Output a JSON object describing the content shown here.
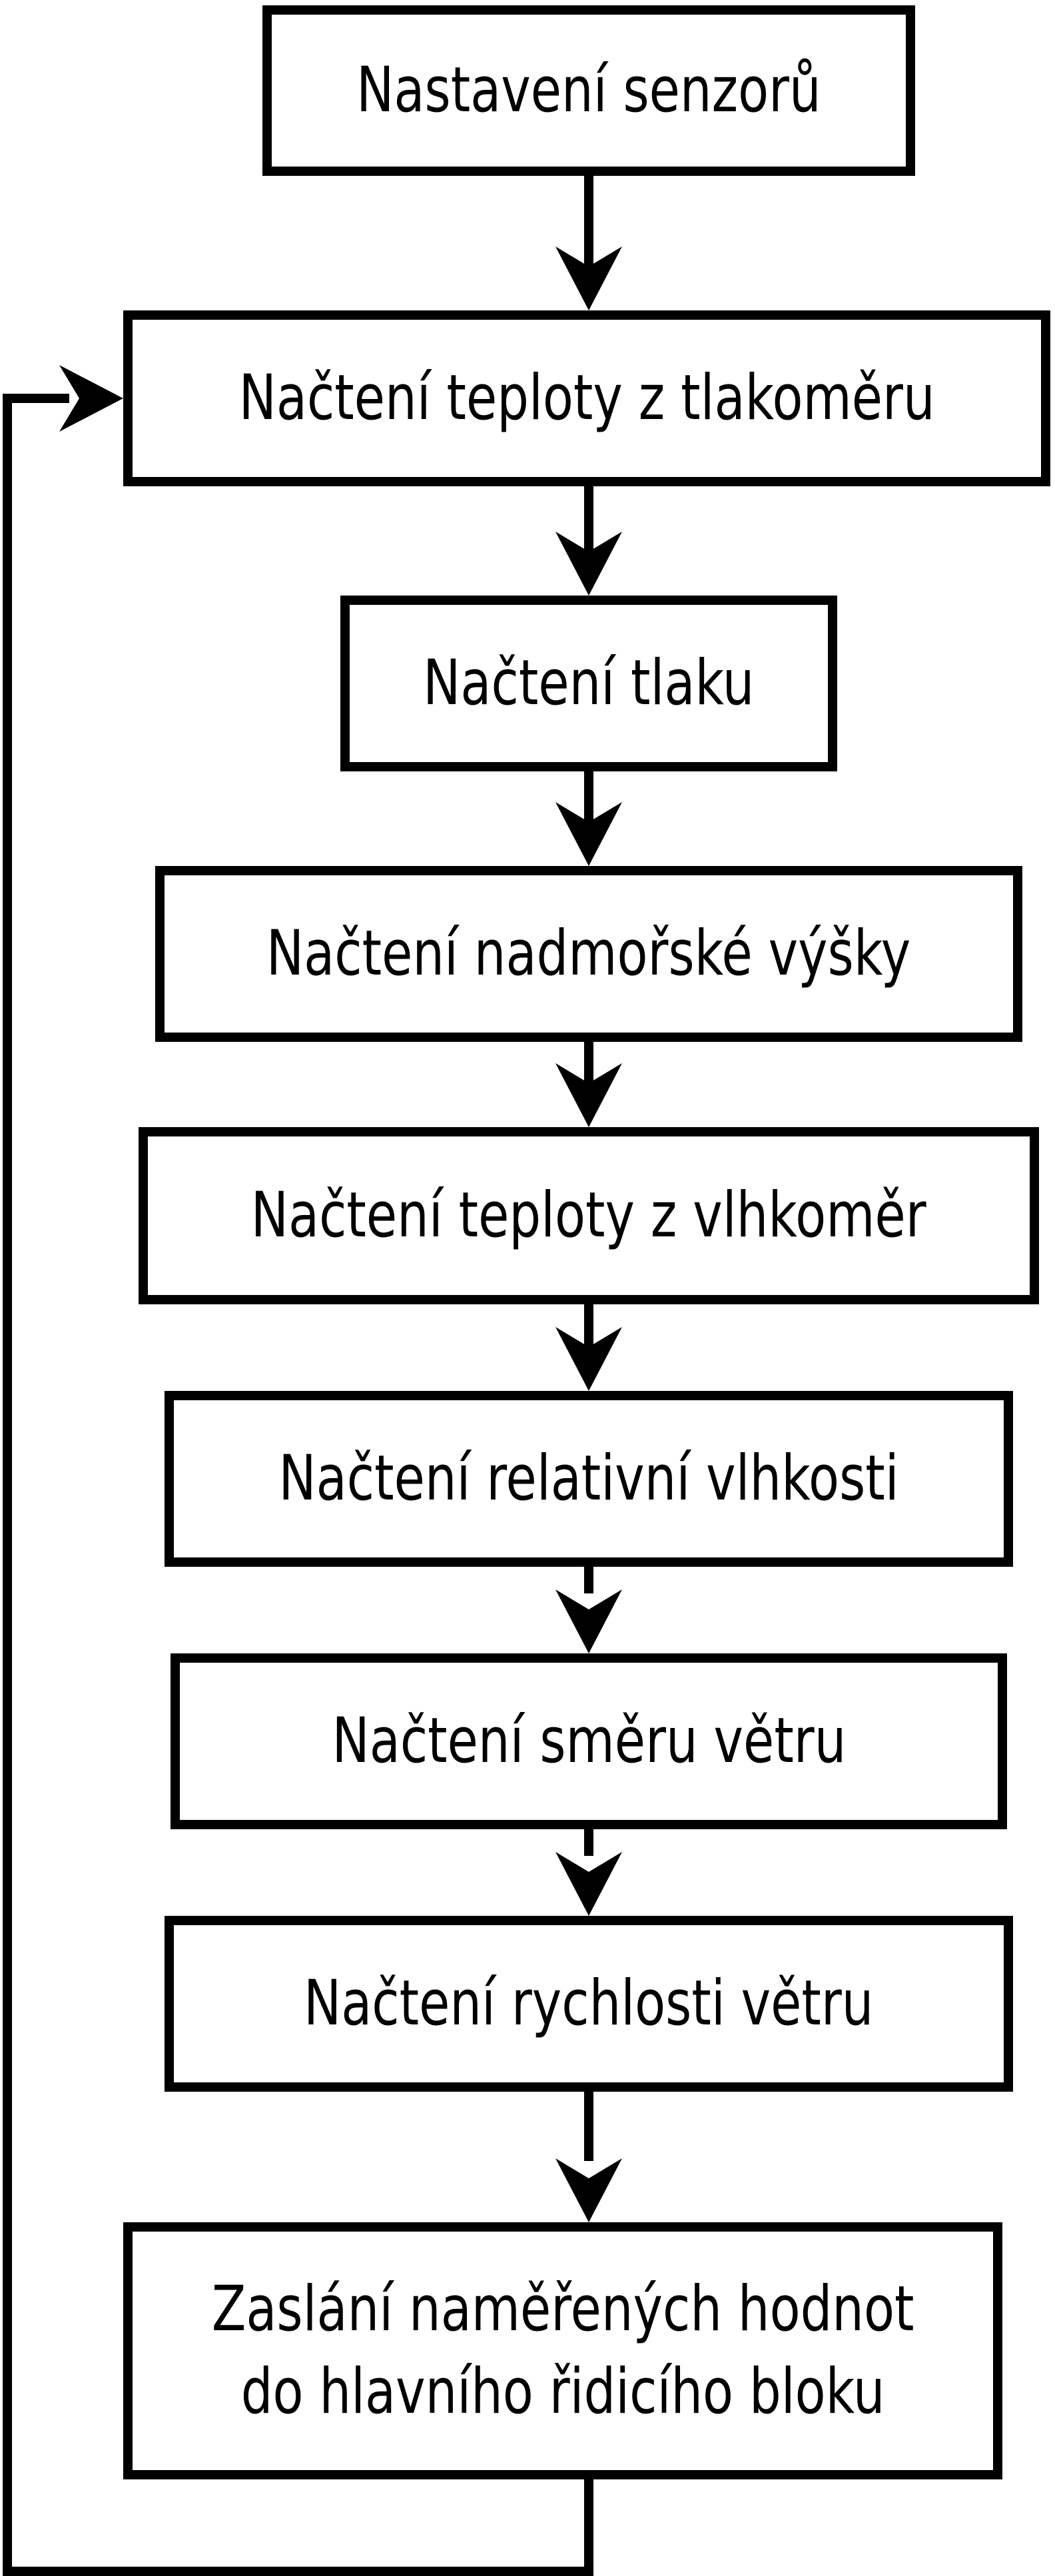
{
  "diagram": {
    "type": "flowchart",
    "background_color": "#ffffff",
    "stroke_color": "#000000",
    "text_color": "#000000",
    "nodes": [
      {
        "id": "n1",
        "label": "Nastavení senzorů"
      },
      {
        "id": "n2",
        "label": "Načtení teploty z tlakoměru"
      },
      {
        "id": "n3",
        "label": "Načtení tlaku"
      },
      {
        "id": "n4",
        "label": "Načtení nadmořské výšky"
      },
      {
        "id": "n5",
        "label": "Načtení teploty z vlhkoměr"
      },
      {
        "id": "n6",
        "label": "Načtení relativní vlhkosti"
      },
      {
        "id": "n7",
        "label": "Načtení směru větru"
      },
      {
        "id": "n8",
        "label": "Načtení rychlosti větru"
      },
      {
        "id": "n9",
        "label": "Zaslání naměřených hodnot do hlavního řidicího bloku",
        "lines": [
          "Zaslání naměřených hodnot",
          "do hlavního řidicího bloku"
        ]
      }
    ],
    "edges": [
      {
        "from": "n1",
        "to": "n2",
        "style": "down-arrow"
      },
      {
        "from": "n2",
        "to": "n3",
        "style": "down-arrow"
      },
      {
        "from": "n3",
        "to": "n4",
        "style": "down-arrow"
      },
      {
        "from": "n4",
        "to": "n5",
        "style": "down-arrow"
      },
      {
        "from": "n5",
        "to": "n6",
        "style": "down-arrow"
      },
      {
        "from": "n6",
        "to": "n7",
        "style": "down-arrow"
      },
      {
        "from": "n7",
        "to": "n8",
        "style": "down-arrow"
      },
      {
        "from": "n8",
        "to": "n9",
        "style": "down-arrow"
      },
      {
        "from": "n9",
        "to": "n2",
        "style": "loop-left-arrow"
      }
    ]
  }
}
